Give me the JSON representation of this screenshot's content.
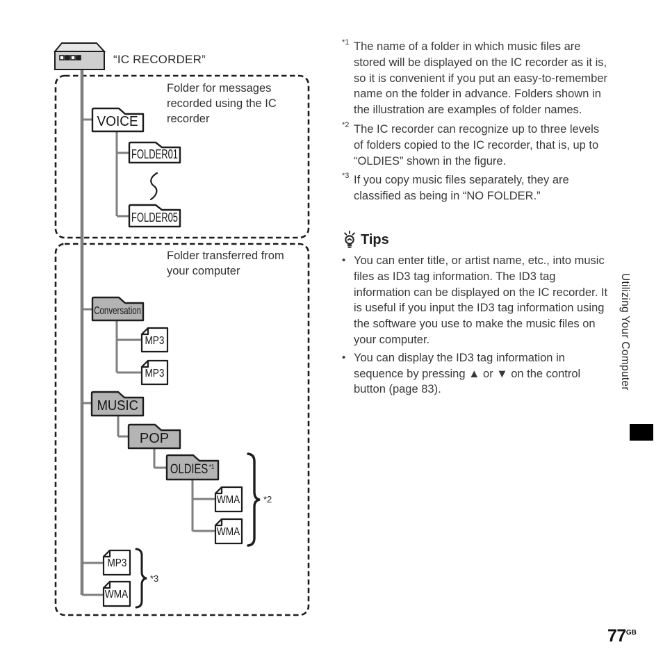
{
  "page": {
    "number": "77",
    "region": "GB",
    "sidebar_tab": "Utilizing Your Computer"
  },
  "diagram": {
    "device_label": "“IC RECORDER”",
    "messages_box_annotation": "Folder for messages recorded using the IC recorder",
    "computer_box_annotation": "Folder transferred from your computer",
    "folders": {
      "voice": "VOICE",
      "folder01": "FOLDER01",
      "folder05": "FOLDER05",
      "conversation": "Conversation",
      "music": "MUSIC",
      "pop": "POP",
      "oldies": "OLDIES"
    },
    "files": {
      "conversation_mp3_1": "MP3",
      "conversation_mp3_2": "MP3",
      "oldies_wma_1": "WMA",
      "oldies_wma_2": "WMA",
      "root_mp3": "MP3",
      "root_wma": "WMA"
    },
    "note_refs": {
      "oldies": "*1",
      "wma_group": "*2",
      "root_group": "*3"
    }
  },
  "footnotes": [
    {
      "marker": "*1",
      "text": "The name of a folder in which music files are stored will be displayed on the IC recorder as it is, so it is convenient if you put an easy-to-remember name on the folder in advance. Folders shown in the illustration are examples of folder names."
    },
    {
      "marker": "*2",
      "text": "The IC recorder can recognize up to three levels of folders copied to the IC recorder, that is, up to “OLDIES” shown in the figure."
    },
    {
      "marker": "*3",
      "text": "If you copy music files separately, they are classified as being in “NO FOLDER.”"
    }
  ],
  "tips": {
    "heading": "Tips",
    "bullet": "•",
    "items": [
      "You can enter title, or artist name, etc., into music files as ID3 tag information. The ID3 tag information can be displayed on the IC recorder. It is useful if you input the ID3 tag information using the software you use to make the music files on your computer.",
      "You can display the ID3 tag information in sequence by pressing ▲ or ▼ on the control button (page 83)."
    ]
  },
  "colors": {
    "folder_fill": "#b4b4b4",
    "device_front": "#cfcfcf",
    "device_top": "#e6e6e6",
    "connector": "#7f7f7f",
    "outline": "#1c1c1c",
    "text": "#383838"
  }
}
